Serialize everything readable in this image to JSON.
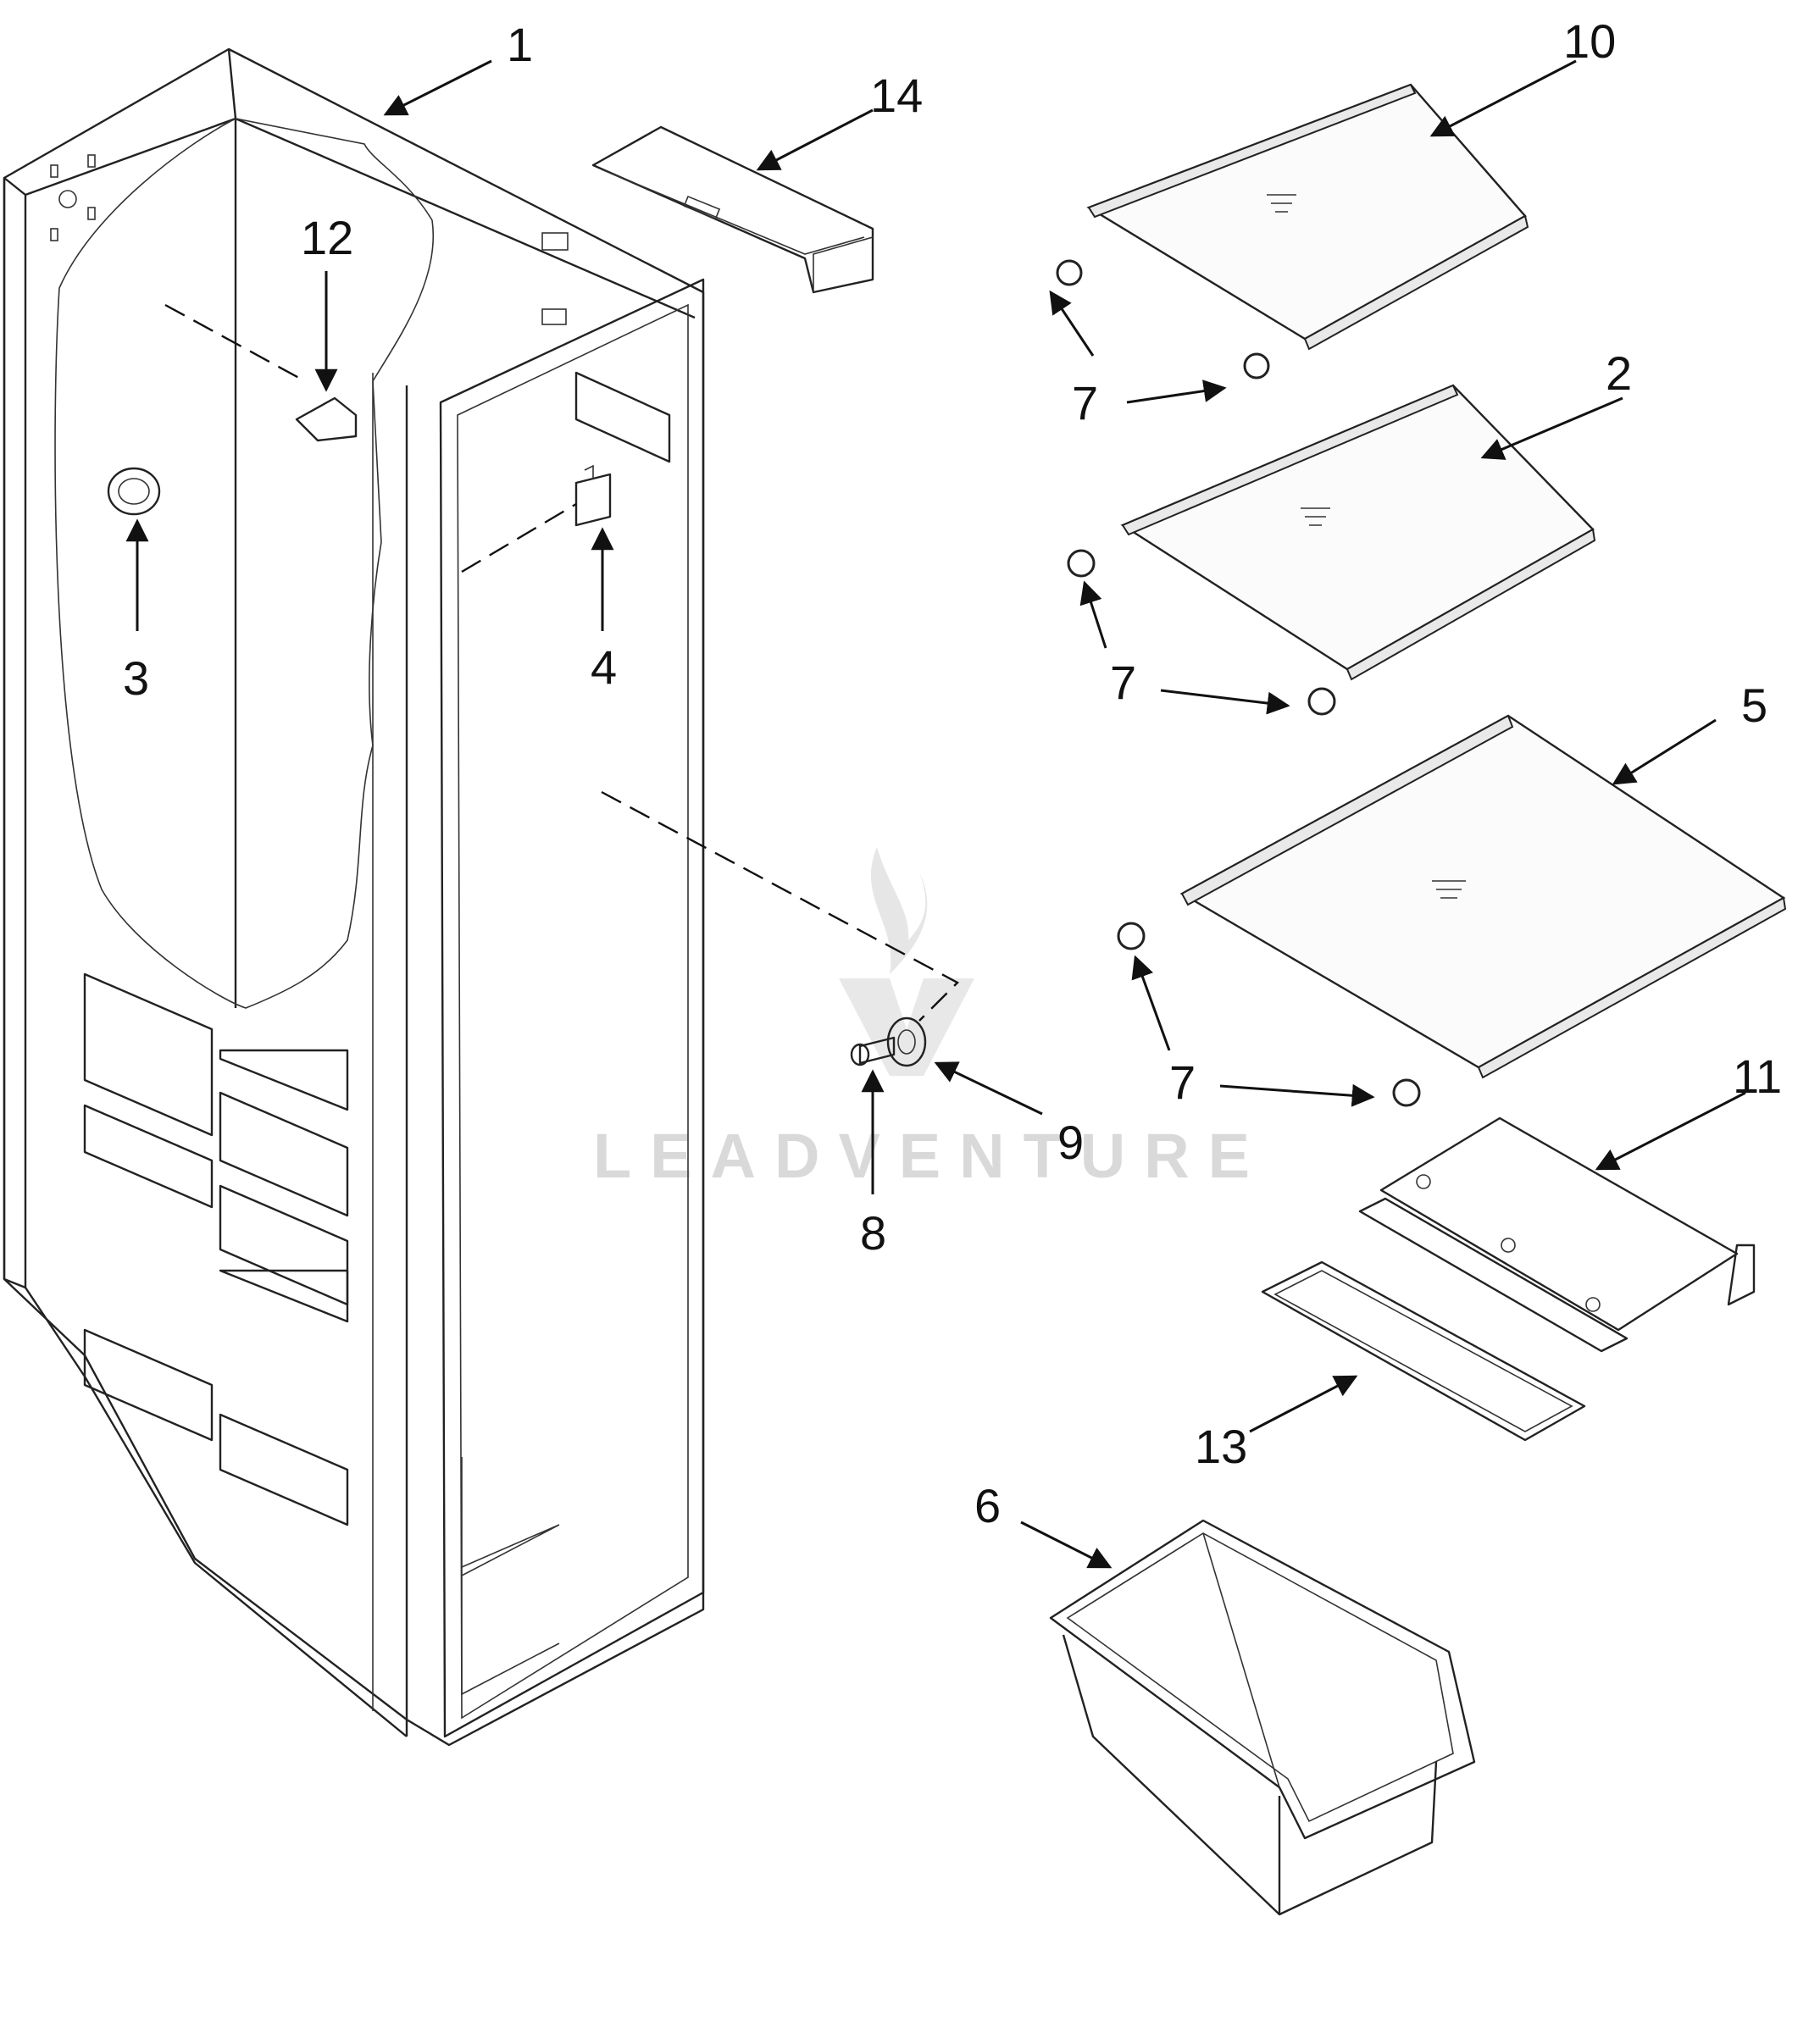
{
  "diagram": {
    "watermark": "LEADVENTURE",
    "callouts": [
      "1",
      "2",
      "3",
      "4",
      "5",
      "6",
      "7",
      "8",
      "9",
      "10",
      "11",
      "12",
      "13",
      "14"
    ]
  }
}
